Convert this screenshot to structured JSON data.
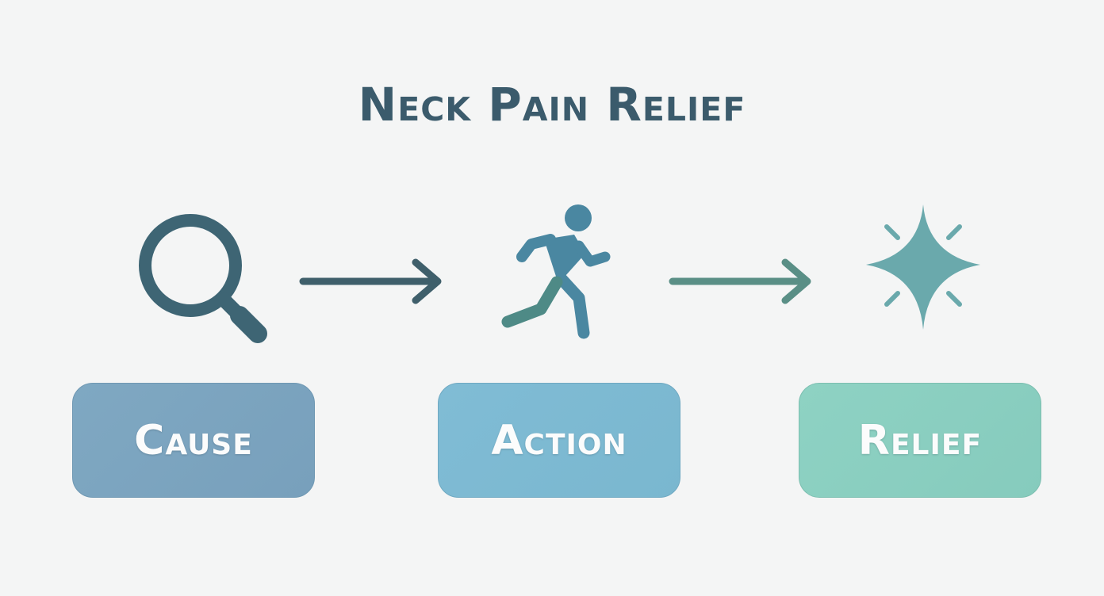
{
  "title": "Neck Pain Relief",
  "stages": [
    {
      "label": "Cause",
      "icon": "magnifying-glass-icon",
      "color": "#7ba4c0"
    },
    {
      "label": "Action",
      "icon": "running-person-icon",
      "color": "#7ebbd3"
    },
    {
      "label": "Relief",
      "icon": "sparkle-icon",
      "color": "#8ccfc0"
    }
  ],
  "colors": {
    "background": "#f4f5f5",
    "title": "#3b5b6c",
    "icon_dark": "#3e6574",
    "arrow_1": "#3f5f6b",
    "arrow_2": "#5a8f86",
    "runner": "#4a87a1",
    "sparkle": "#6aa9ac"
  }
}
